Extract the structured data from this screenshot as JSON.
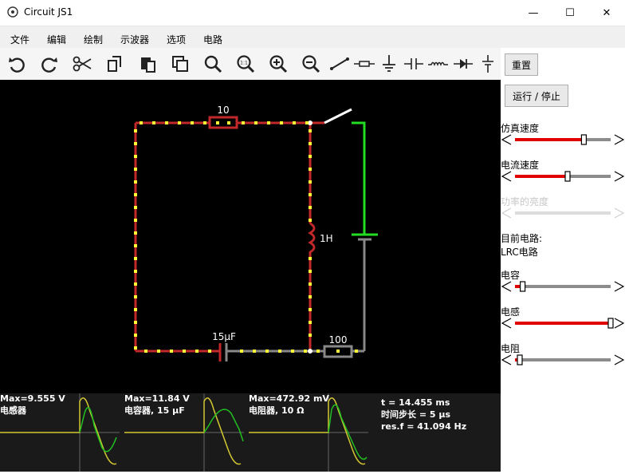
{
  "window": {
    "title": "Circuit JS1",
    "minimize": "—",
    "maximize": "☐",
    "close": "✕"
  },
  "menu": [
    "文件",
    "编辑",
    "绘制",
    "示波器",
    "选项",
    "电路"
  ],
  "toolbar_icons": [
    "undo-icon",
    "redo-icon",
    "cut-icon",
    "copy-icon",
    "paste-icon",
    "duplicate-icon",
    "zoom-icon",
    "zoom-100-icon",
    "zoom-in-icon",
    "zoom-out-icon",
    "wire-icon",
    "resistor-icon",
    "ground-icon",
    "capacitor-icon",
    "inductor-icon",
    "diode-icon",
    "battery-icon"
  ],
  "zoom100_text": "1:1",
  "sidebar": {
    "reset": "重置",
    "run_stop": "运行 / 停止",
    "sim_speed": {
      "label": "仿真速度",
      "value": 0.72
    },
    "current_speed": {
      "label": "电流速度",
      "value": 0.55
    },
    "power_brightness": {
      "label": "功率的亮度",
      "value": 0.5,
      "disabled": true
    },
    "current_circuit_label": "目前电路:",
    "current_circuit_name": "LRC电路",
    "capacitance": {
      "label": "电容",
      "value": 0.08
    },
    "inductance": {
      "label": "电感",
      "value": 1.0
    },
    "resistance": {
      "label": "电阻",
      "value": 0.05
    }
  },
  "circuit": {
    "resistor_top_label": "10",
    "inductor_label": "1H",
    "capacitor_label": "15μF",
    "resistor_bottom_label": "100"
  },
  "scopes": [
    {
      "max": "Max=9.555 V",
      "name": "电感器"
    },
    {
      "max": "Max=11.84 V",
      "name": "电容器, 15 μF"
    },
    {
      "max": "Max=472.92 mV",
      "name": "电阻器, 10 Ω"
    }
  ],
  "info": {
    "time": "t = 14.455 ms",
    "timestep": "时间步长 = 5 μs",
    "resf": "res.f = 41.094 Hz"
  },
  "colors": {
    "wire_red": "#c0282a",
    "wire_green": "#22dd22",
    "wire_gray": "#888888",
    "dot_yellow": "#ffff33",
    "scope_yellow": "#d4c832",
    "scope_green": "#22c022"
  }
}
